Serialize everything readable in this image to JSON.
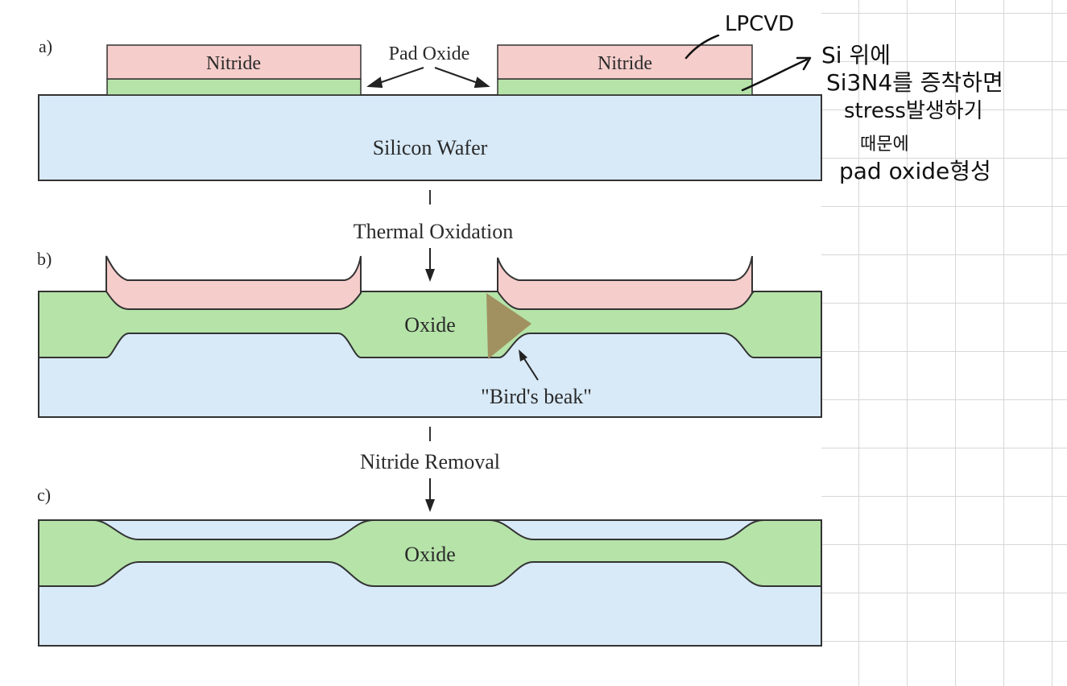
{
  "panels": {
    "a": {
      "letter": "a)",
      "nitride_left": "Nitride",
      "nitride_right": "Nitride",
      "pad_oxide": "Pad Oxide",
      "wafer": "Silicon Wafer"
    },
    "step1": "Thermal Oxidation",
    "b": {
      "letter": "b)",
      "oxide": "Oxide",
      "birds_beak": "\"Bird's beak\""
    },
    "step2": "Nitride Removal",
    "c": {
      "letter": "c)",
      "oxide": "Oxide"
    }
  },
  "annotations": {
    "lpcvd": "LPCVD",
    "note_lines": [
      "Si 위에",
      "Si3N4를 증착하면",
      "stress발생하기",
      "때문에",
      "pad oxide형성"
    ]
  },
  "colors": {
    "nitride": "#f5cdcb",
    "oxide": "#b5e3a8",
    "silicon": "#d8eaf8",
    "birds_beak": "#a08c5c",
    "outline": "#333333"
  }
}
